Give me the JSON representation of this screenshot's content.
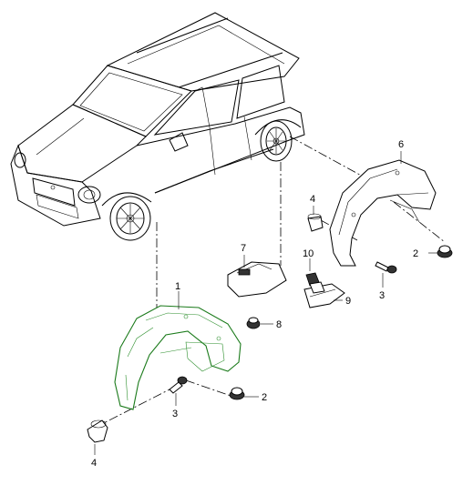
{
  "callouts": {
    "c1": "1",
    "c2a": "2",
    "c2b": "2",
    "c3a": "3",
    "c3b": "3",
    "c4a": "4",
    "c4b": "4",
    "c6": "6",
    "c7": "7",
    "c8": "8",
    "c9": "9",
    "c10": "10"
  },
  "colors": {
    "highlight": "#1a7a1a",
    "line": "#000000",
    "background": "#ffffff"
  }
}
